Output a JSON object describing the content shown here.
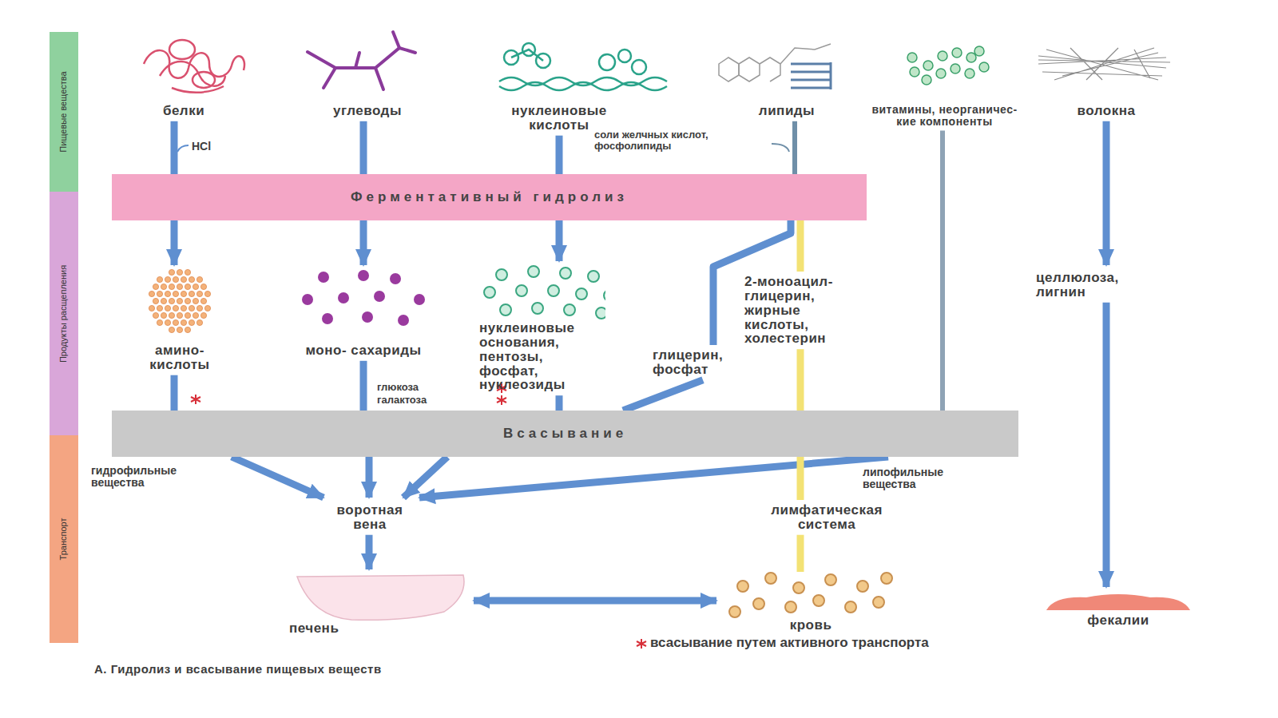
{
  "diagram": {
    "caption": "А. Гидролиз и всасывание пищевых веществ",
    "nodes": [
      {
        "text": [
          "Пищевые вещества"
        ]
      },
      {
        "text": [
          "Продукты расщепления"
        ]
      },
      {
        "text": [
          "Транспорт"
        ]
      },
      {
        "text": [
          "белки"
        ]
      },
      {
        "text": [
          "углеводы"
        ]
      },
      {
        "text": [
          "нуклеиновые кислоты"
        ]
      },
      {
        "text": [
          "липиды"
        ]
      },
      {
        "text": [
          "витамины, неорганичес- кие компоненты"
        ]
      },
      {
        "text": [
          "волокна"
        ]
      },
      {
        "text": [
          "Ферментативный гидролиз"
        ]
      },
      {
        "text": [
          "амино- кислоты"
        ]
      },
      {
        "text": [
          "моно- сахариды"
        ]
      },
      {
        "text": [
          "2-моноацил- глицерин, жирные кислоты, холестерин"
        ]
      },
      {
        "text": [
          "целлюлоза, лигнин"
        ]
      },
      {
        "text": [
          "нуклеиновые основания, пентозы, фосфат, нуклеозиды"
        ]
      },
      {
        "text": [
          "глицерин, фосфат"
        ]
      },
      {
        "text": [
          "Всасывание"
        ]
      },
      {
        "text": [
          "воротная вена"
        ]
      },
      {
        "text": [
          "лимфатическая система"
        ]
      },
      {
        "text": [
          "печень"
        ]
      },
      {
        "text": [
          "кровь"
        ]
      },
      {
        "text": [
          "фекалии"
        ]
      }
    ],
    "edges": [
      {
        "from": 3,
        "to": 9,
        "arrow": "none"
      },
      {
        "from": 4,
        "to": 9,
        "arrow": "none"
      },
      {
        "from": 5,
        "to": 9,
        "arrow": "none"
      },
      {
        "from": 6,
        "to": 9,
        "arrow": "none"
      },
      {
        "from": 9,
        "to": 10,
        "arrow": "to"
      },
      {
        "from": 9,
        "to": 11,
        "arrow": "to"
      },
      {
        "from": 9,
        "to": 14,
        "arrow": "to"
      },
      {
        "from": 9,
        "to": 12,
        "arrow": "none"
      },
      {
        "from": 9,
        "to": 15,
        "arrow": "none"
      },
      {
        "from": 10,
        "to": 16,
        "arrow": "none"
      },
      {
        "from": 11,
        "to": 16,
        "arrow": "none"
      },
      {
        "from": 14,
        "to": 16,
        "arrow": "none"
      },
      {
        "from": 15,
        "to": 16,
        "arrow": "none"
      },
      {
        "from": 12,
        "to": 16,
        "arrow": "none"
      },
      {
        "from": 7,
        "to": 16,
        "arrow": "none"
      },
      {
        "from": 8,
        "to": 13,
        "arrow": "to"
      },
      {
        "from": 13,
        "to": 21,
        "arrow": "to"
      },
      {
        "from": 16,
        "to": 17,
        "arrow": "to"
      },
      {
        "from": 16,
        "to": 17,
        "arrow": "to"
      },
      {
        "from": 16,
        "to": 17,
        "arrow": "to"
      },
      {
        "from": 16,
        "to": 17,
        "arrow": "to"
      },
      {
        "from": 16,
        "to": 18,
        "arrow": "none"
      },
      {
        "from": 18,
        "to": 20,
        "arrow": "none"
      },
      {
        "from": 17,
        "to": 19,
        "arrow": "to"
      },
      {
        "from": 19,
        "to": 20,
        "arrow": "both"
      }
    ],
    "labels": [
      "HCl",
      "соли желчных кислот, фосфолипиды",
      "глюкоза",
      "галактоза",
      "гидрофильные вещества",
      "липофильные вещества"
    ],
    "legend": [
      {
        "text": "всасывание путем активного транспорта"
      }
    ]
  }
}
